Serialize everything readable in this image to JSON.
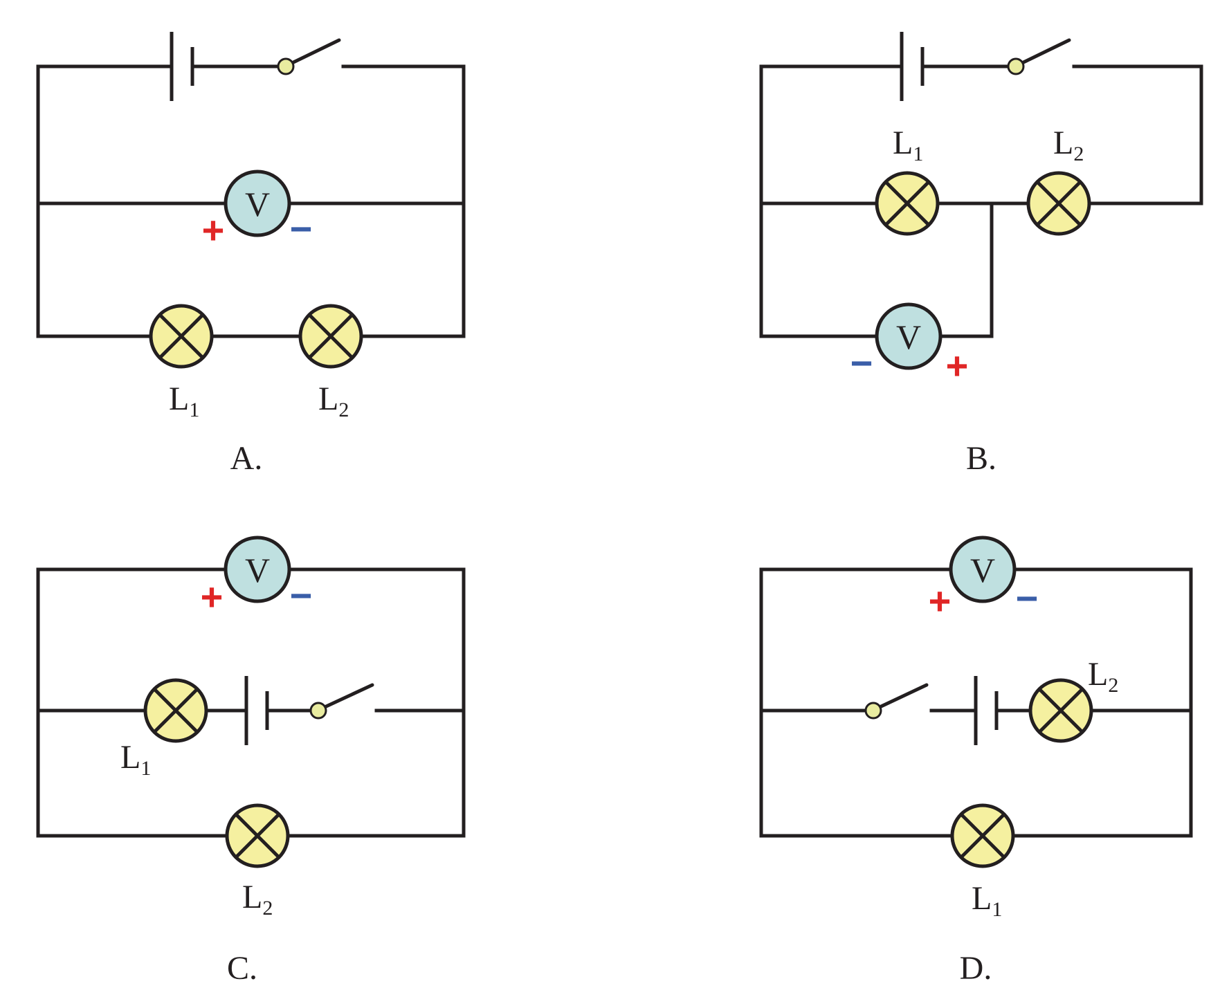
{
  "colors": {
    "wire": "#231f20",
    "lamp_fill": "#f5f0a0",
    "meter_fill": "#bfe0e0",
    "plus_sign": "#e02626",
    "minus_sign": "#3a5ea8",
    "pivot_fill": "#e9eca0"
  },
  "icons": {
    "lamp": "lamp-icon",
    "voltmeter": "voltmeter-icon",
    "battery": "battery-icon",
    "switch": "switch-icon"
  },
  "symbols": {
    "voltmeter_letter": "V",
    "plus": "+",
    "minus": "−"
  },
  "options": [
    {
      "id": "A",
      "caption": "A.",
      "lamp_1": {
        "letter": "L",
        "sub": "1"
      },
      "lamp_2": {
        "letter": "L",
        "sub": "2"
      }
    },
    {
      "id": "B",
      "caption": "B.",
      "lamp_1": {
        "letter": "L",
        "sub": "1"
      },
      "lamp_2": {
        "letter": "L",
        "sub": "2"
      }
    },
    {
      "id": "C",
      "caption": "C.",
      "lamp_1": {
        "letter": "L",
        "sub": "1"
      },
      "lamp_2": {
        "letter": "L",
        "sub": "2"
      }
    },
    {
      "id": "D",
      "caption": "D.",
      "lamp_1": {
        "letter": "L",
        "sub": "1"
      },
      "lamp_2": {
        "letter": "L",
        "sub": "2"
      }
    }
  ]
}
